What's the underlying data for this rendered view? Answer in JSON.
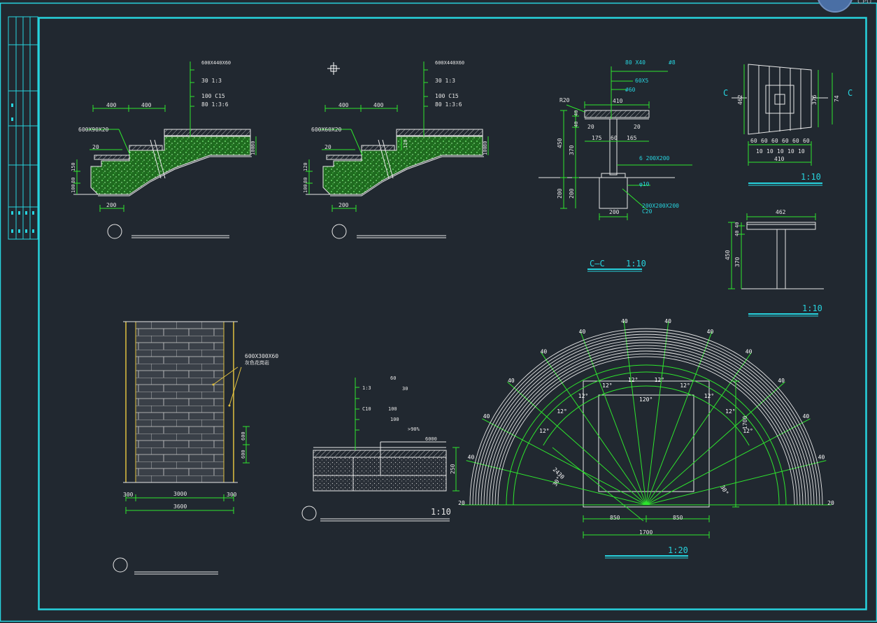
{
  "status": {
    "cpu_label": "CPU"
  },
  "colors": {
    "background": "#212830",
    "frame": "#27d3de",
    "dimension": "#2ee62e",
    "line": "#e8e8e8",
    "fill": "#1f6b1f"
  },
  "steps_left": {
    "dim_top": [
      "400",
      "400"
    ],
    "layers": [
      "600X440X60",
      "30  1:3",
      "100  C15",
      "80   1:3:6"
    ],
    "label_slab": "600X90X20",
    "label_20": "20",
    "dims_side": [
      "150",
      "80",
      "100",
      "80",
      "100"
    ],
    "dim_bottom": "200"
  },
  "steps_right": {
    "dim_top": [
      "400",
      "400"
    ],
    "layers": [
      "600X440X60",
      "30  1:3",
      "100  C15",
      "80   1:3:6"
    ],
    "label_slab": "600X60X20",
    "label_20": "20",
    "label_120": "120",
    "dims_side": [
      "120",
      "80",
      "100",
      "80",
      "100"
    ],
    "dim_bottom": "200"
  },
  "bench_section": {
    "callouts": [
      "80 X40",
      "#8",
      "60X5",
      "#60"
    ],
    "r20": "R20",
    "dim_410": "410",
    "dims_left": [
      "40",
      "40",
      "450",
      "370",
      "200",
      "200"
    ],
    "dims_inner": [
      "20",
      "20",
      "175",
      "60",
      "165"
    ],
    "plate": "6  200X200",
    "bar": "φ10",
    "footing": "200X200X200",
    "concrete": "C20",
    "dim_bottom": "200",
    "title": "C—C",
    "scale": "1:10"
  },
  "bench_plan": {
    "mark_left": "C",
    "mark_right": "C",
    "dim_462": "462",
    "dim_376": "376",
    "dim_74": "74",
    "slats": [
      "60",
      "60",
      "60",
      "60",
      "60",
      "60"
    ],
    "gaps": [
      "10",
      "10",
      "10",
      "10",
      "10"
    ],
    "dim_410": "410",
    "scale": "1:10"
  },
  "bench_side": {
    "dim_top": "462",
    "dims_left": [
      "40",
      "40",
      "450",
      "370"
    ],
    "scale": "1:10"
  },
  "paving_plan": {
    "label": "600X300X60",
    "label_line2": "灰色花岗岩",
    "dims_right": [
      "600",
      "600"
    ],
    "dims_bottom": [
      "300",
      "3000",
      "300"
    ],
    "dim_total": "3600"
  },
  "paving_section": {
    "layers": [
      "1:3",
      "C10",
      "100",
      "100",
      ">90%"
    ],
    "layer_top": "60",
    "layer_mid": "30",
    "dim_6000": "6000",
    "dim_side": "250",
    "scale": "1:10"
  },
  "fan_plan": {
    "slat_widths": [
      "40",
      "40",
      "40",
      "40",
      "40",
      "40",
      "40",
      "40",
      "40",
      "40",
      "40",
      "40"
    ],
    "end_left": "20",
    "end_right": "20",
    "angles": [
      "12°",
      "12°",
      "12°",
      "12°",
      "12°",
      "12°",
      "12°",
      "12°",
      "12°",
      "12°"
    ],
    "angle_total": "120°",
    "angle_end": "30°",
    "radius": "2430",
    "dim_right": "1700",
    "half_left": "850",
    "half_right": "850",
    "dim_total": "1700",
    "scale": "1:20"
  }
}
